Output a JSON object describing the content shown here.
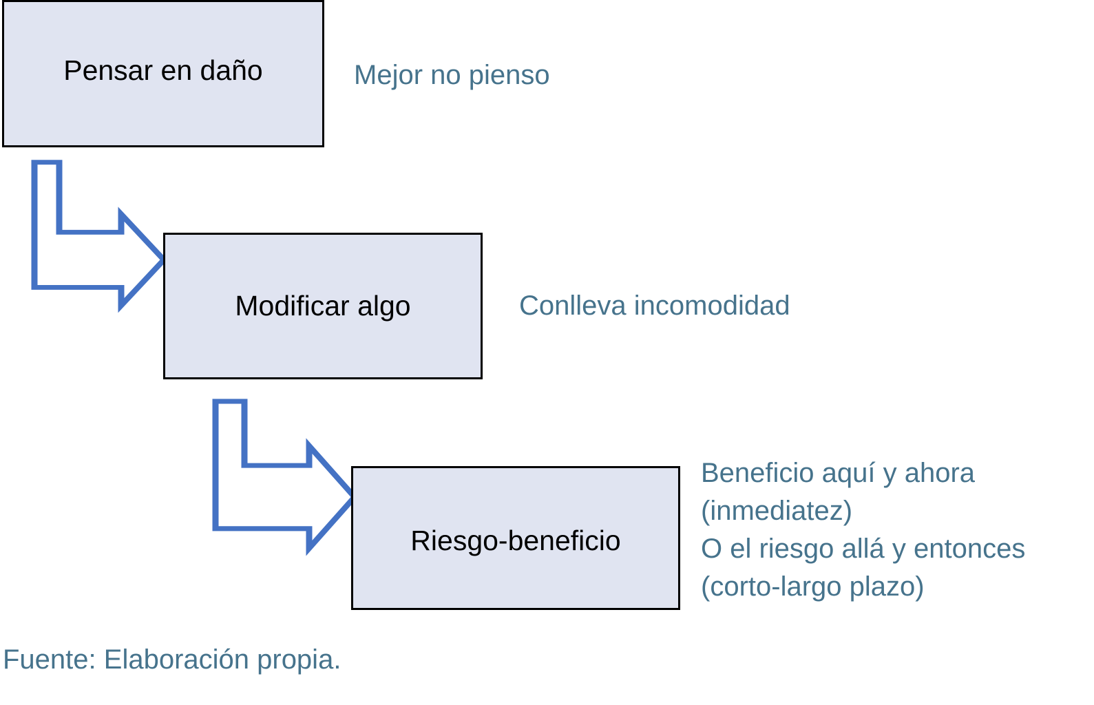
{
  "diagram": {
    "title_text": "Pensar en daño",
    "colors": {
      "box_fill": "#E0E4F1",
      "box_border": "#000000",
      "arrow_stroke": "#4472C4",
      "note_text": "#46738C",
      "box_text": "#000000",
      "background": "#FFFFFF"
    },
    "nodes": [
      {
        "id": "pensar",
        "label": "Pensar en daño"
      },
      {
        "id": "modificar",
        "label": "Modificar algo"
      },
      {
        "id": "riesgo",
        "label": "Riesgo-beneficio"
      }
    ],
    "connectors": [
      {
        "id": "arrow-1",
        "from": "pensar",
        "to": "modificar",
        "shape": "elbow-down-right"
      },
      {
        "id": "arrow-2",
        "from": "modificar",
        "to": "riesgo",
        "shape": "elbow-down-right"
      }
    ],
    "annotations": {
      "mejor_no_pienso": "Mejor no pienso",
      "conlleva_incomodidad": "Conlleva incomodidad",
      "beneficio": {
        "line1": "Beneficio aquí y ahora",
        "line2": "(inmediatez)",
        "line3": "O el riesgo allá y entonces",
        "line4": "(corto-largo plazo)"
      }
    },
    "footer": "Fuente: Elaboración propia."
  }
}
